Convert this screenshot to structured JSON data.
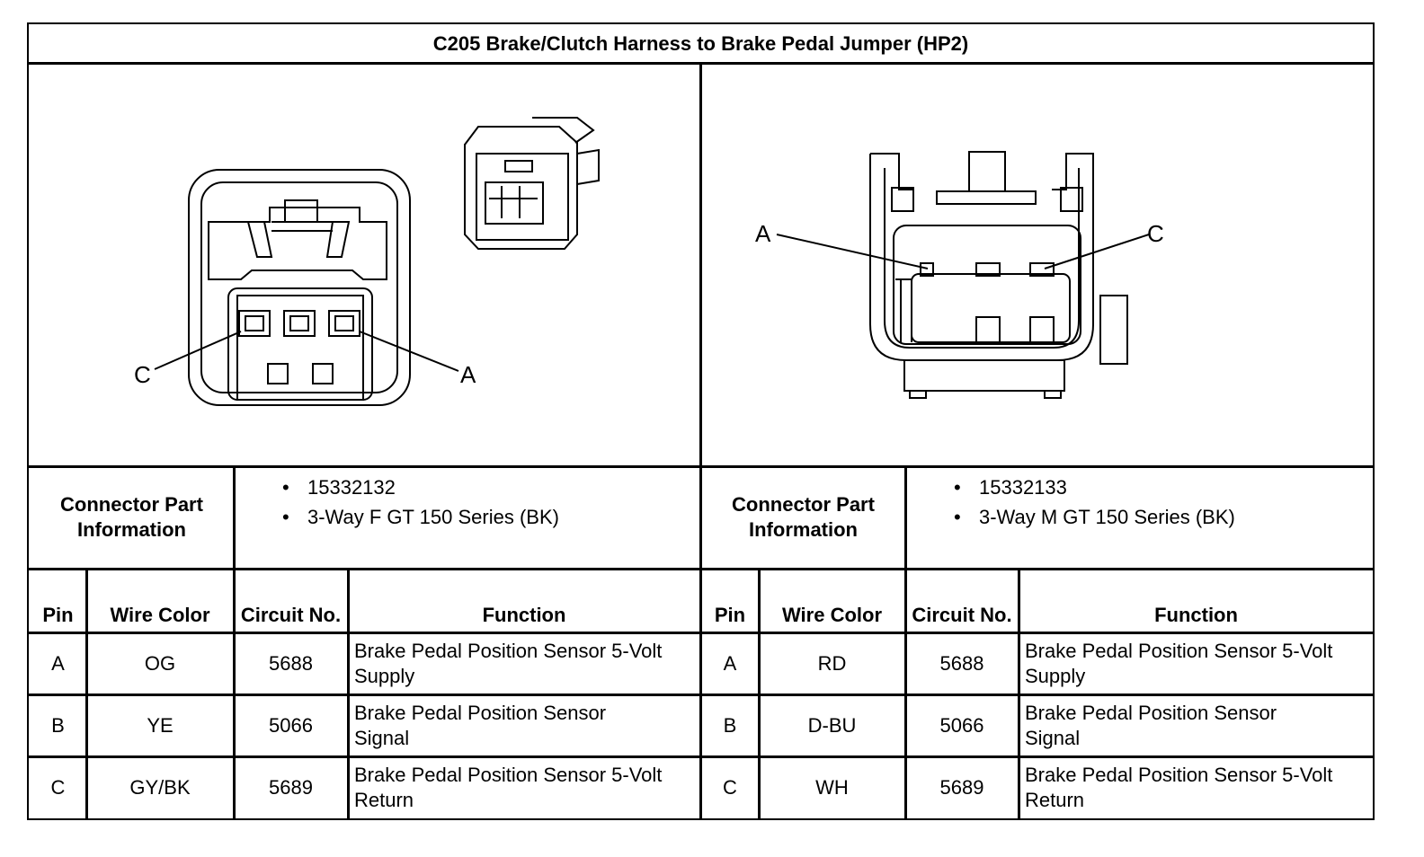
{
  "title": "C205 Brake/Clutch Harness to Brake Pedal Jumper (HP2)",
  "left": {
    "callouts": [
      "C",
      "A"
    ],
    "connector_label": "Connector Part Information",
    "part_info": [
      "15332132",
      "3-Way F GT 150 Series (BK)"
    ],
    "headers": {
      "pin": "Pin",
      "wire_color": "Wire Color",
      "circuit": "Circuit No.",
      "function": "Function"
    },
    "rows": [
      {
        "pin": "A",
        "wire_color": "OG",
        "circuit": "5688",
        "function": "Brake Pedal Position Sensor 5-Volt Supply"
      },
      {
        "pin": "B",
        "wire_color": "YE",
        "circuit": "5066",
        "function": "Brake Pedal Position Sensor Signal"
      },
      {
        "pin": "C",
        "wire_color": "GY/BK",
        "circuit": "5689",
        "function": "Brake Pedal Position Sensor 5-Volt Return"
      }
    ]
  },
  "right": {
    "callouts": [
      "A",
      "C"
    ],
    "connector_label": "Connector Part Information",
    "part_info": [
      "15332133",
      "3-Way M GT 150 Series (BK)"
    ],
    "headers": {
      "pin": "Pin",
      "wire_color": "Wire Color",
      "circuit": "Circuit No.",
      "function": "Function"
    },
    "rows": [
      {
        "pin": "A",
        "wire_color": "RD",
        "circuit": "5688",
        "function": "Brake Pedal Position Sensor 5-Volt Supply"
      },
      {
        "pin": "B",
        "wire_color": "D-BU",
        "circuit": "5066",
        "function": "Brake Pedal Position Sensor Signal"
      },
      {
        "pin": "C",
        "wire_color": "WH",
        "circuit": "5689",
        "function": "Brake Pedal Position Sensor 5-Volt Return"
      }
    ]
  },
  "bullet_glyph": "•"
}
